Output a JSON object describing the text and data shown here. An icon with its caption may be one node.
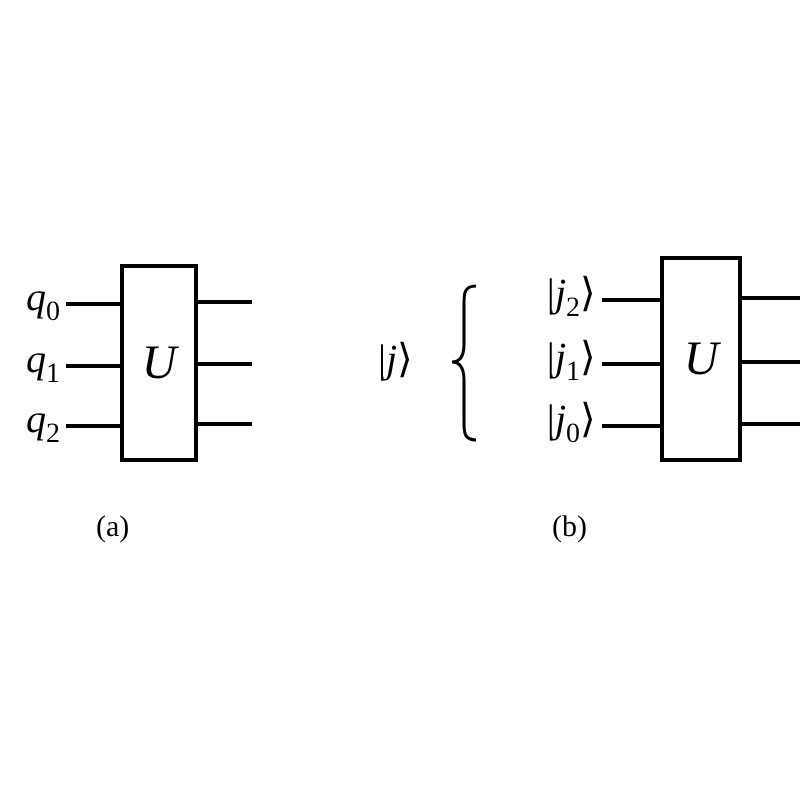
{
  "diagram": {
    "nodes": [
      {
        "text": [
          "*q*$_{0}$"
        ]
      },
      {
        "text": [
          "*q*$_{1}$"
        ]
      },
      {
        "text": [
          "*q*$_{2}$"
        ]
      },
      {
        "text": [
          "U"
        ]
      },
      {
        "text": [
          "|*j*$_{2}$⟩"
        ]
      },
      {
        "text": [
          "|*j*$_{1}$⟩"
        ]
      },
      {
        "text": [
          "|*j*$_{0}$⟩"
        ]
      },
      {
        "text": [
          "U"
        ]
      }
    ],
    "edges": [
      {
        "from": 0,
        "to": 3,
        "arrow": "none"
      },
      {
        "from": 1,
        "to": 3,
        "arrow": "none"
      },
      {
        "from": 2,
        "to": 3,
        "arrow": "none"
      },
      {
        "from": 3,
        "to": null,
        "arrow": "none"
      },
      {
        "from": 3,
        "to": null,
        "arrow": "none"
      },
      {
        "from": 3,
        "to": null,
        "arrow": "none"
      },
      {
        "from": 4,
        "to": 7,
        "arrow": "none"
      },
      {
        "from": 5,
        "to": 7,
        "arrow": "none"
      },
      {
        "from": 6,
        "to": 7,
        "arrow": "none"
      },
      {
        "from": 7,
        "to": null,
        "arrow": "none"
      },
      {
        "from": 7,
        "to": null,
        "arrow": "none"
      },
      {
        "from": 7,
        "to": null,
        "arrow": "none"
      }
    ],
    "labels": [
      "|*j*⟩",
      "(a)",
      "(b)"
    ]
  }
}
